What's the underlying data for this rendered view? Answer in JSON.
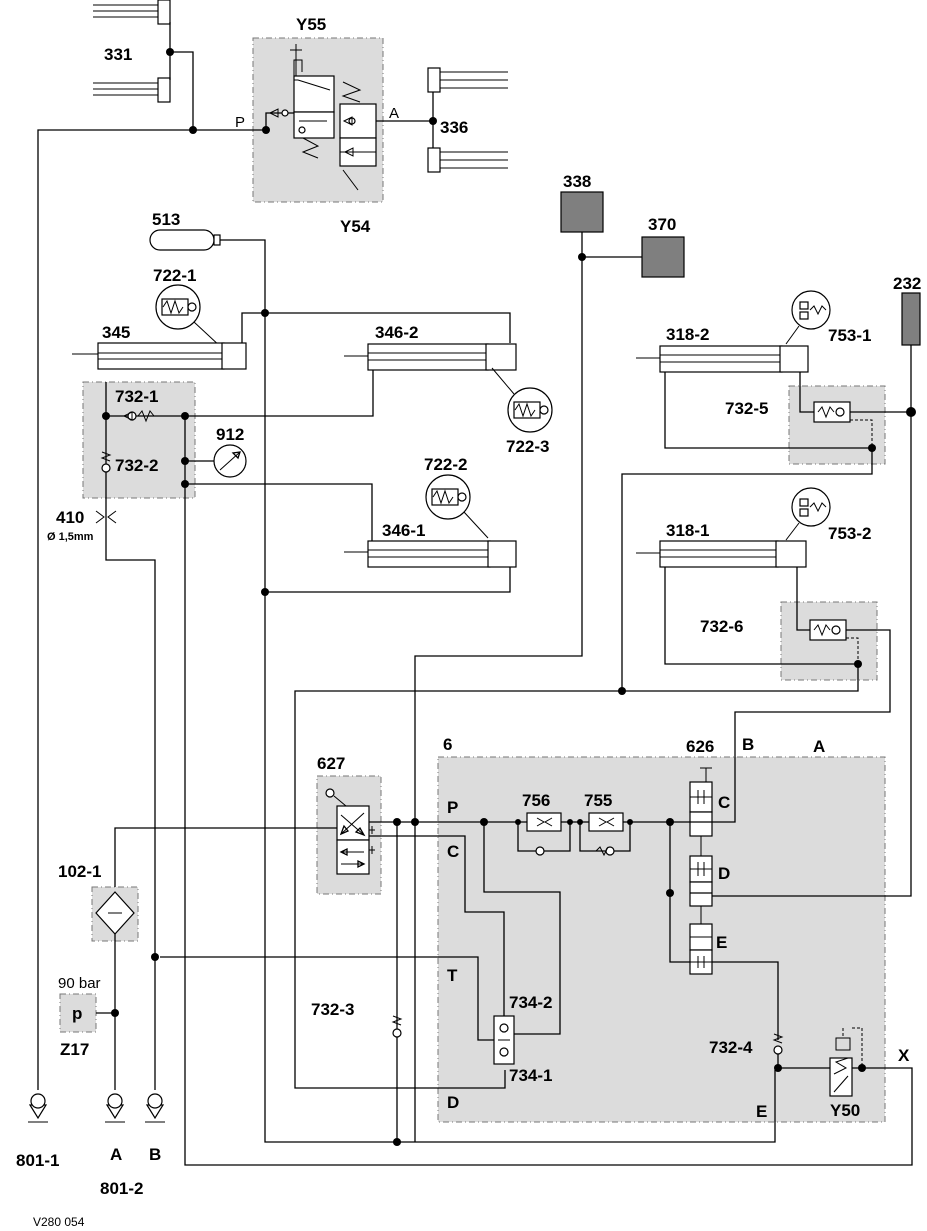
{
  "labels": {
    "c331": "331",
    "y55": "Y55",
    "y54": "Y54",
    "c336": "336",
    "port_p_top": "P",
    "port_a_top": "A",
    "c513": "513",
    "c338": "338",
    "c370": "370",
    "c232": "232",
    "c722_1": "722-1",
    "c345": "345",
    "c346_2": "346-2",
    "c722_3": "722-3",
    "c318_2": "318-2",
    "c753_1": "753-1",
    "c732_5": "732-5",
    "c732_1": "732-1",
    "c732_2": "732-2",
    "c912": "912",
    "c722_2": "722-2",
    "c410": "410",
    "c410_dia": "Ø 1,5mm",
    "c346_1": "346-1",
    "c318_1": "318-1",
    "c753_2": "753-2",
    "c732_6": "732-6",
    "c627": "627",
    "c6": "6",
    "c626": "626",
    "port_b_right": "B",
    "port_a_right": "A",
    "port_p_block": "P",
    "c756": "756",
    "c755": "755",
    "port_c_block": "C",
    "port_c_valve": "C",
    "port_d_valve": "D",
    "port_e_valve": "E",
    "port_t_block": "T",
    "c102_1": "102-1",
    "p90": "90 bar",
    "p_box": "p",
    "z17": "Z17",
    "c732_3": "732-3",
    "c734_2": "734-2",
    "c734_1": "734-1",
    "c732_4": "732-4",
    "port_x": "X",
    "y50": "Y50",
    "port_d_block": "D",
    "port_e_block": "E",
    "c801_1": "801-1",
    "port_a_bottom": "A",
    "port_b_bottom": "B",
    "c801_2": "801-2",
    "ref": "V280 054"
  }
}
